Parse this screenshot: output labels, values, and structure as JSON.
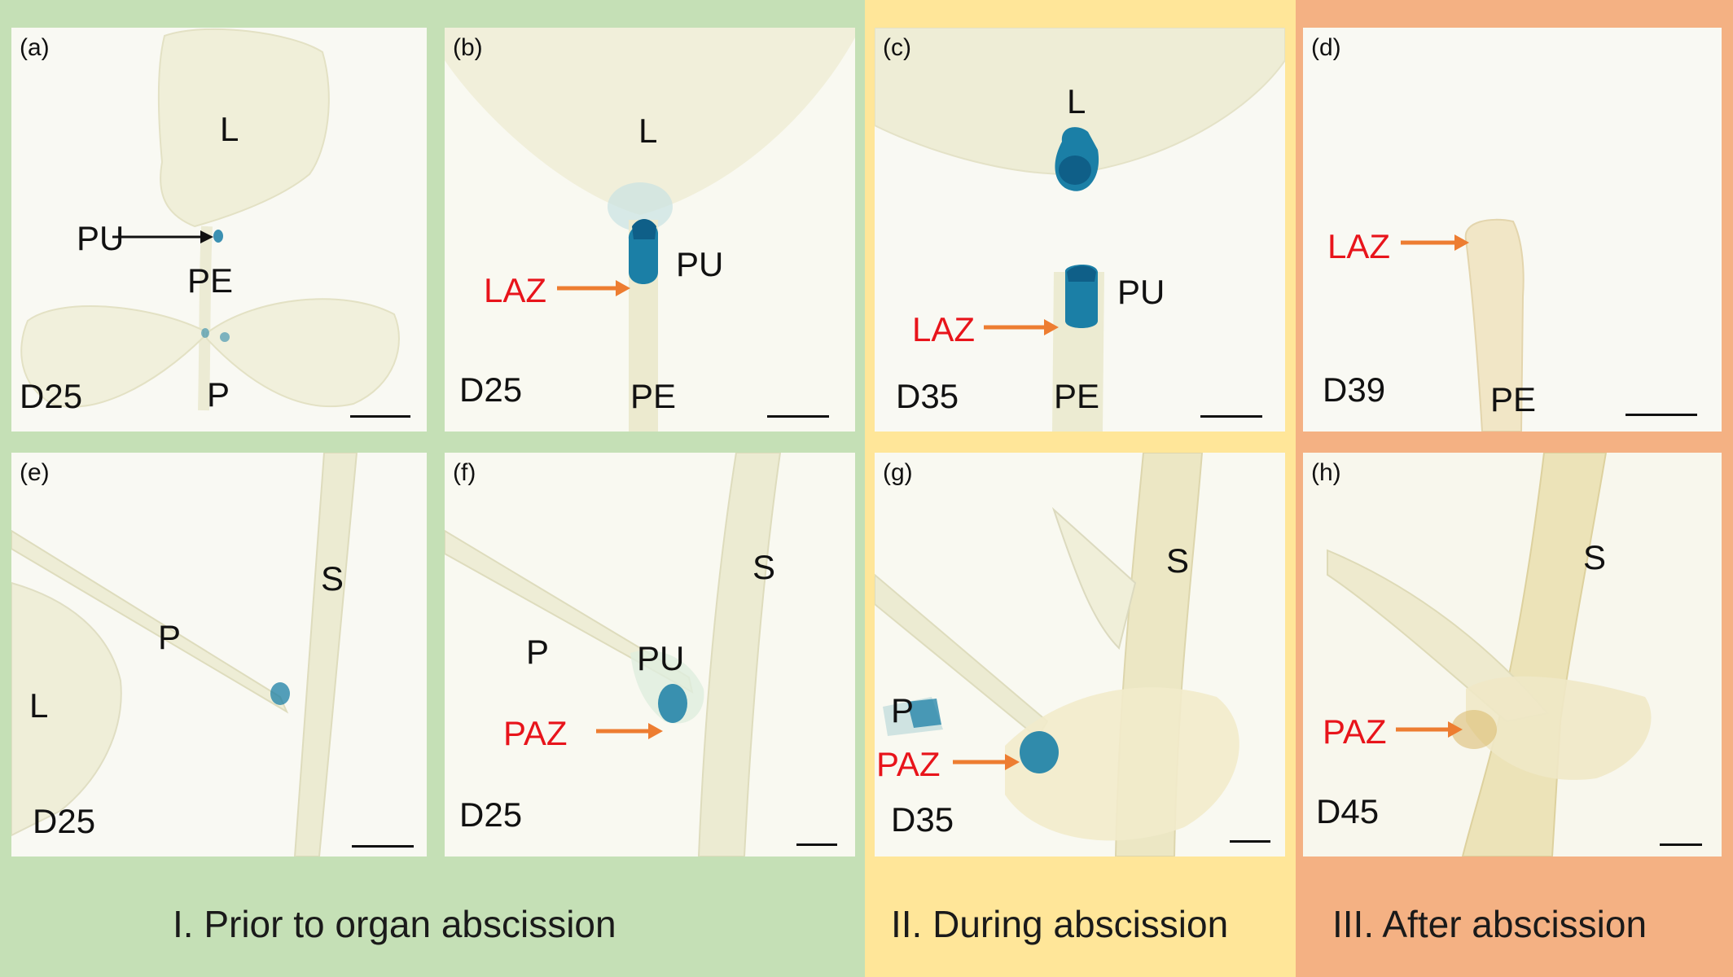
{
  "stages": [
    {
      "title": "I. Prior to organ abscission",
      "color": "#c5e0b6"
    },
    {
      "title": "II. During abscission",
      "color": "#ffe699"
    },
    {
      "title": "III. After abscission",
      "color": "#f4b183"
    }
  ],
  "stain_color": "#1b7fa6",
  "arrow_colors": {
    "black": "#111111",
    "orange": "#ed7d31"
  },
  "panels": {
    "a": {
      "sublabel": "(a)",
      "day": "D25",
      "tags": {
        "L": "L",
        "PU": "PU",
        "PE": "PE",
        "P": "P"
      }
    },
    "b": {
      "sublabel": "(b)",
      "day": "D25",
      "tags": {
        "L": "L",
        "PU": "PU",
        "LAZ": "LAZ",
        "PE": "PE"
      }
    },
    "c": {
      "sublabel": "(c)",
      "day": "D35",
      "tags": {
        "L": "L",
        "PU": "PU",
        "LAZ": "LAZ",
        "PE": "PE"
      }
    },
    "d": {
      "sublabel": "(d)",
      "day": "D39",
      "tags": {
        "LAZ": "LAZ",
        "PE": "PE"
      }
    },
    "e": {
      "sublabel": "(e)",
      "day": "D25",
      "tags": {
        "P": "P",
        "S": "S",
        "L": "L"
      }
    },
    "f": {
      "sublabel": "(f)",
      "day": "D25",
      "tags": {
        "P": "P",
        "PU": "PU",
        "S": "S",
        "PAZ": "PAZ"
      }
    },
    "g": {
      "sublabel": "(g)",
      "day": "D35",
      "tags": {
        "S": "S",
        "P": "P",
        "PAZ": "PAZ"
      }
    },
    "h": {
      "sublabel": "(h)",
      "day": "D45",
      "tags": {
        "S": "S",
        "PAZ": "PAZ"
      }
    }
  }
}
